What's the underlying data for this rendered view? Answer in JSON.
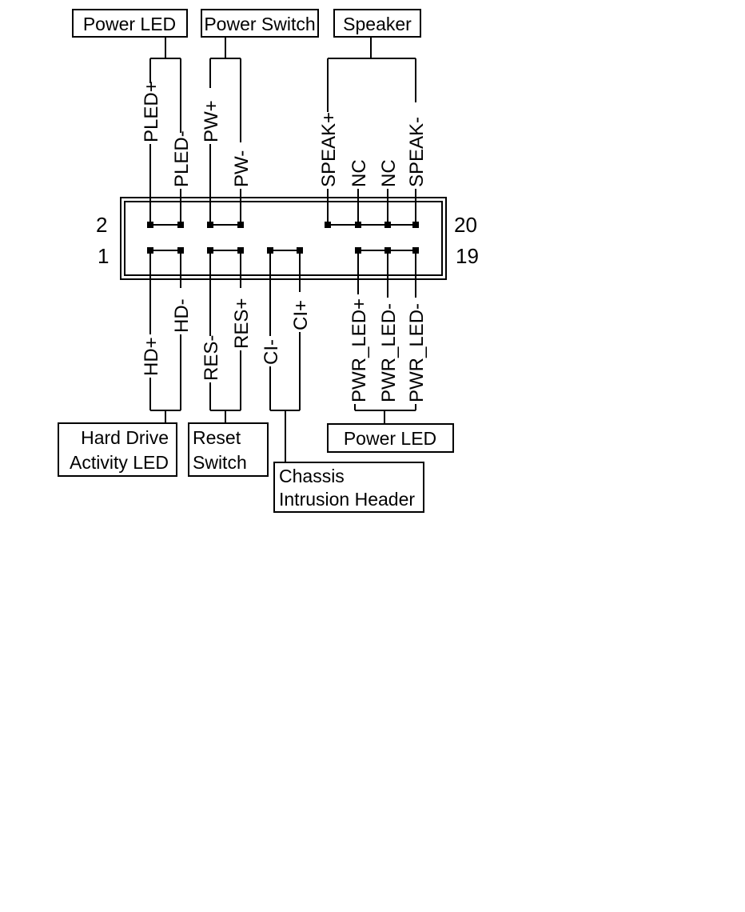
{
  "header_pin_numbers": {
    "top_left": "2",
    "bottom_left": "1",
    "top_right": "20",
    "bottom_right": "19"
  },
  "top_groups": [
    {
      "label": "Power LED",
      "pins": [
        "PLED+",
        "PLED-"
      ]
    },
    {
      "label": "Power Switch",
      "pins": [
        "PW+",
        "PW-"
      ]
    },
    {
      "label": "Speaker",
      "pins": [
        "SPEAK+",
        "NC",
        "NC",
        "SPEAK-"
      ]
    }
  ],
  "bottom_groups": [
    {
      "label_lines": [
        "Hard Drive",
        "Activity LED"
      ],
      "pins": [
        "HD+",
        "HD-"
      ]
    },
    {
      "label_lines": [
        "Reset",
        "Switch"
      ],
      "pins": [
        "RES-",
        "RES+"
      ]
    },
    {
      "label_lines": [
        "Chassis",
        "Intrusion Header"
      ],
      "pins": [
        "CI-",
        "CI+"
      ]
    },
    {
      "label_lines": [
        "Power LED"
      ],
      "pins": [
        "PWR_LED+",
        "PWR_LED-",
        "PWR_LED-"
      ]
    }
  ]
}
